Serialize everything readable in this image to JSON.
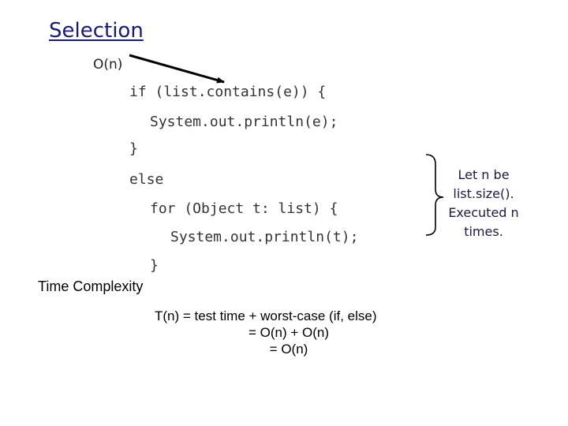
{
  "title": "Selection",
  "complexity_label": "O(n)",
  "code": {
    "line1": "if (list.contains(e)) {",
    "line2": "System.out.println(e);",
    "line3": "}",
    "line4": "else",
    "line5": "for (Object t: list) {",
    "line6": "System.out.println(t);",
    "line7": "}"
  },
  "time_complexity_heading": "Time Complexity",
  "formula": {
    "line1": "T(n) = test time + worst-case (if, else)",
    "line2": "= O(n) + O(n)",
    "line3": "= O(n)"
  },
  "side_note": "Let n be list.size(). Executed n times.",
  "colors": {
    "title": "#1a1a6e",
    "note": "#1a1a3e"
  }
}
